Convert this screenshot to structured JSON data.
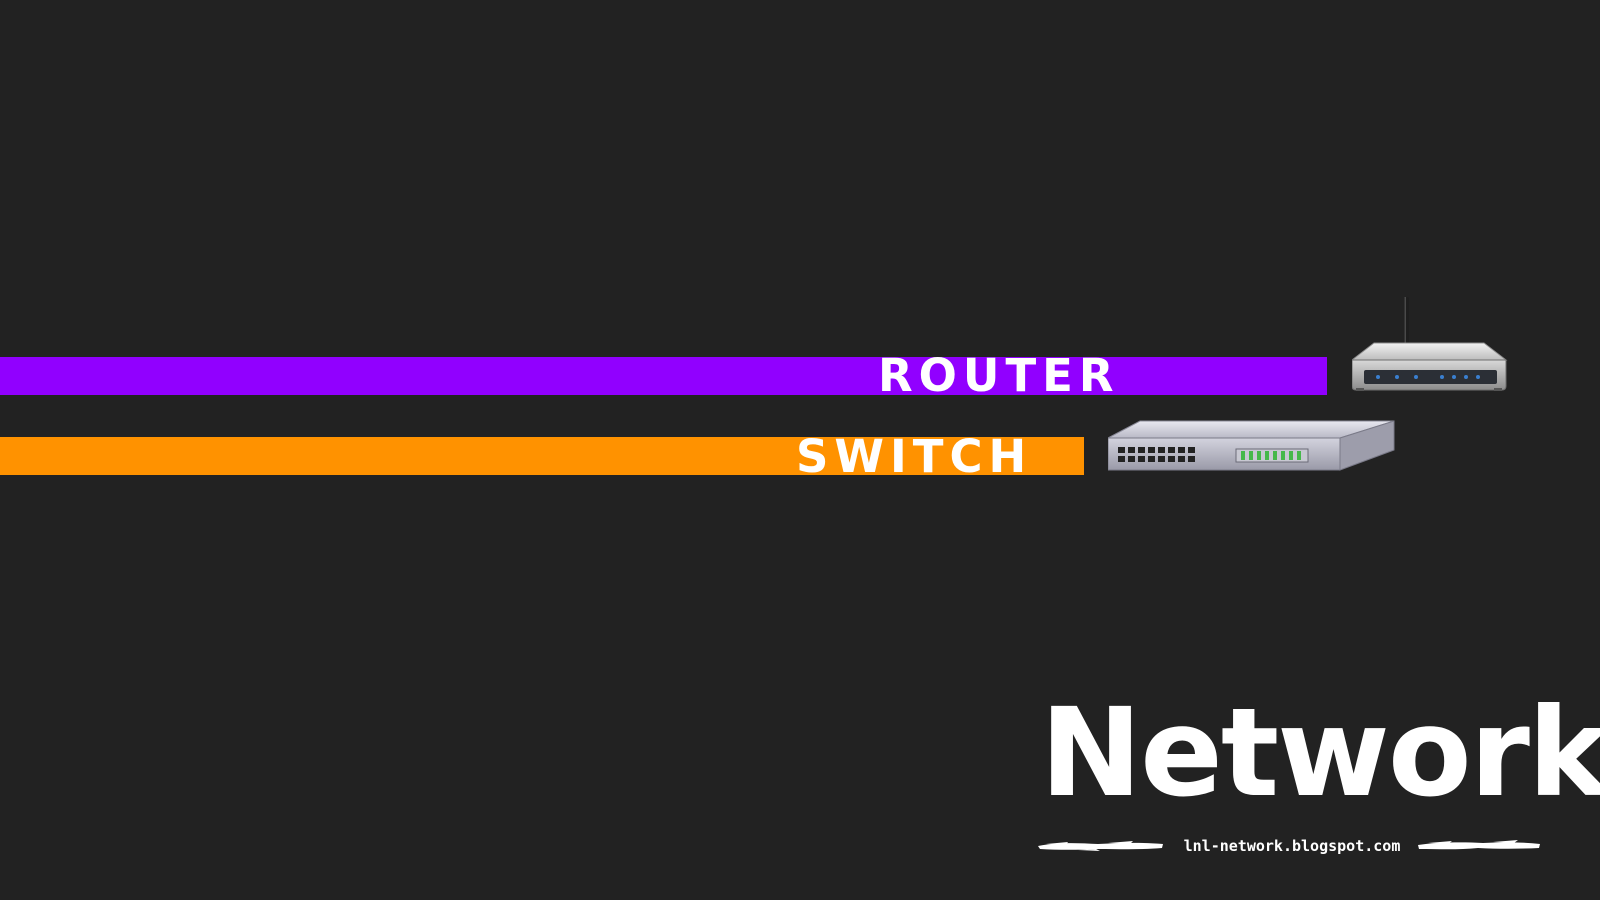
{
  "labels": {
    "router": "ROUTER",
    "switch": "SWITCH"
  },
  "brand": {
    "title": "Network",
    "url": "lnl-network.blogspot.com"
  },
  "colors": {
    "background": "#222222",
    "router_bar": "#9100ff",
    "switch_bar": "#ff9200",
    "text": "#ffffff"
  },
  "icons": {
    "router": "wireless-router-icon",
    "switch": "network-switch-icon"
  }
}
